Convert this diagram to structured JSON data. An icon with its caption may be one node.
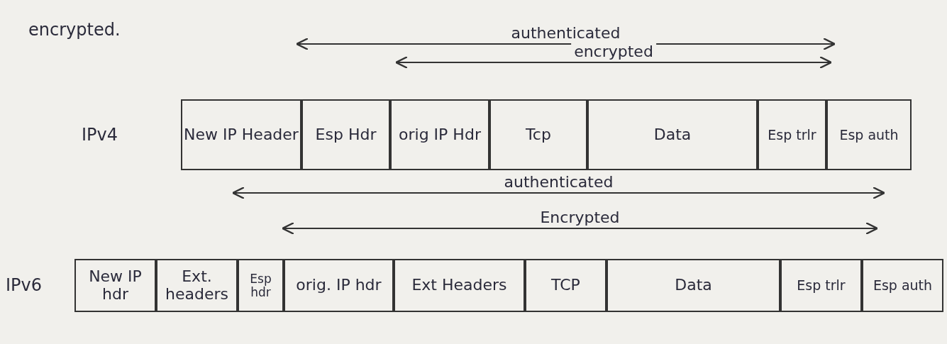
{
  "diagram": {
    "nodes": [
      {
        "text": [
          "New IP Header"
        ]
      },
      {
        "text": [
          "Esp Hdr"
        ]
      },
      {
        "text": [
          "orig IP Hdr"
        ]
      },
      {
        "text": [
          "Tcp"
        ]
      },
      {
        "text": [
          "Data"
        ]
      },
      {
        "text": [
          "Esp trlr"
        ]
      },
      {
        "text": [
          "Esp auth"
        ]
      },
      {
        "text": [
          "New IP hdr"
        ]
      },
      {
        "text": [
          "Ext. headers"
        ]
      },
      {
        "text": [
          "Esp hdr"
        ]
      },
      {
        "text": [
          "orig. IP hdr"
        ]
      },
      {
        "text": [
          "Ext Headers"
        ]
      },
      {
        "text": [
          "TCP"
        ]
      },
      {
        "text": [
          "Data"
        ]
      },
      {
        "text": [
          "Esp trlr"
        ]
      },
      {
        "text": [
          "Esp auth"
        ]
      }
    ],
    "labels": [
      "encrypted.",
      "authenticated",
      "encrypted",
      "IPv4",
      "authenticated",
      "Encrypted",
      "IPv6"
    ]
  }
}
